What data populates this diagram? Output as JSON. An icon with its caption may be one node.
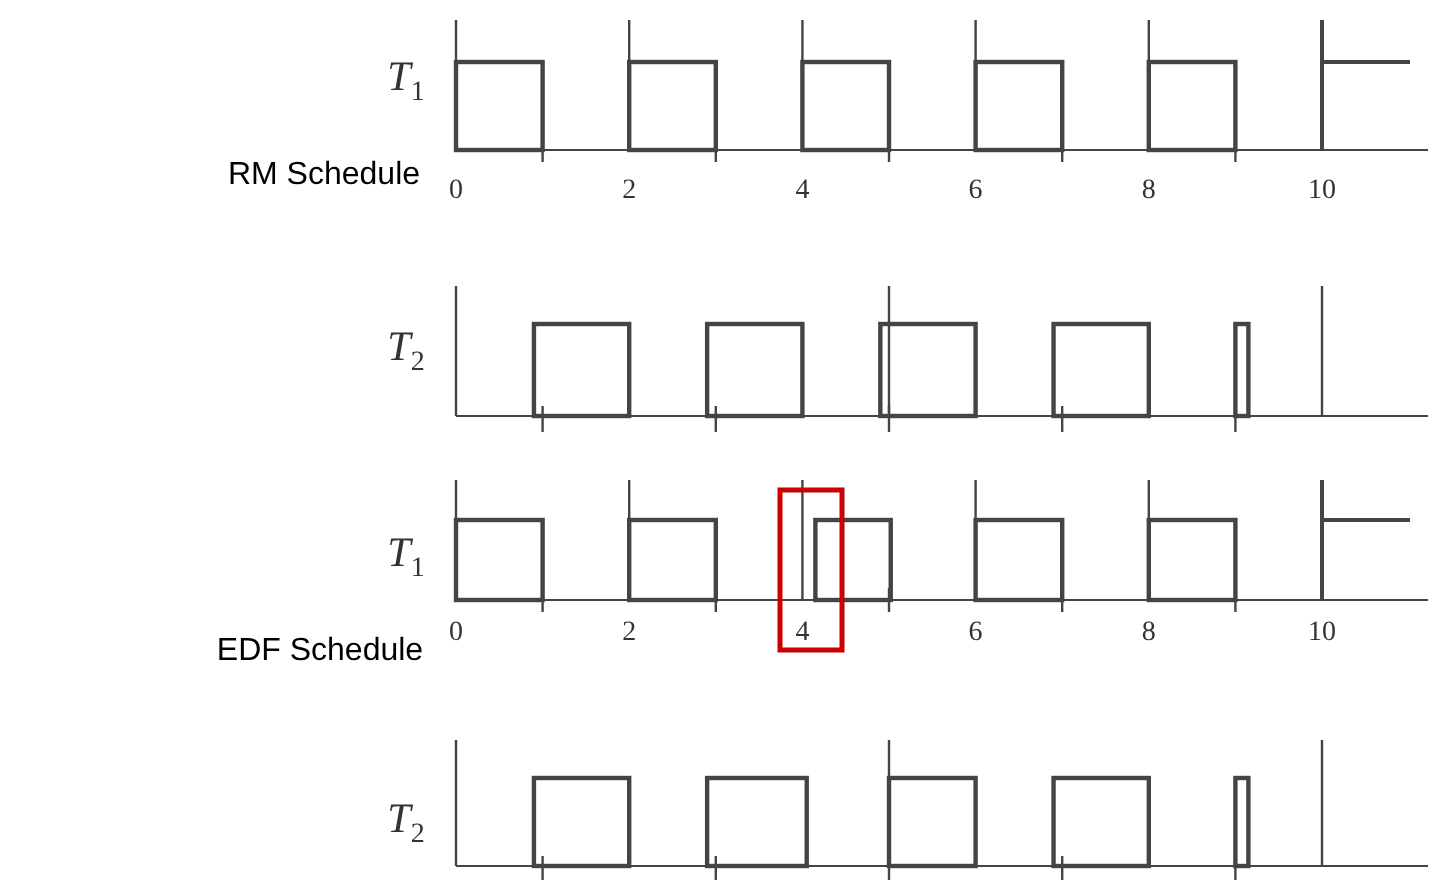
{
  "diagram": {
    "labels": [
      "*T*$_{1}$",
      "RM Schedule",
      "0",
      "2",
      "4",
      "6",
      "8",
      "10",
      "*T*$_{2}$",
      "*T*$_{1}$",
      "0",
      "2",
      "4",
      "6",
      "8",
      "10",
      "EDF Schedule",
      "*T*$_{2}$"
    ]
  }
}
